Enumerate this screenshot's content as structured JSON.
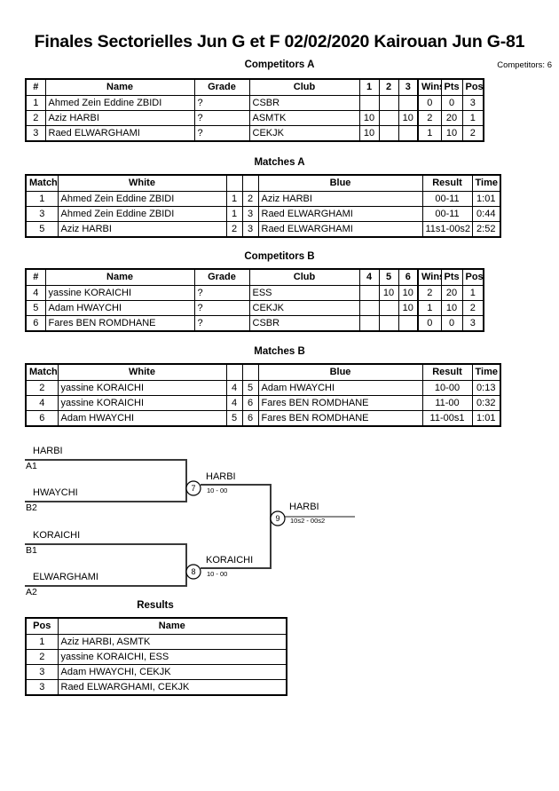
{
  "header": {
    "title": "Finales Sectorielles Jun G et F  02/02/2020  Kairouan   Jun G-81",
    "competitors_count": "Competitors: 6"
  },
  "sections": {
    "competitors_a_title": "Competitors A",
    "matches_a_title": "Matches A",
    "competitors_b_title": "Competitors B",
    "matches_b_title": "Matches B",
    "results_title": "Results"
  },
  "competitors_a": {
    "headers": [
      "#",
      "Name",
      "Grade",
      "Club",
      "1",
      "2",
      "3",
      "Wins",
      "Pts",
      "Pos"
    ],
    "rows": [
      {
        "num": "1",
        "name": "Ahmed Zein Eddine ZBIDI",
        "grade": "?",
        "club": "CSBR",
        "m1": "",
        "m2": "",
        "m3": "",
        "wins": "0",
        "pts": "0",
        "pos": "3"
      },
      {
        "num": "2",
        "name": "Aziz HARBI",
        "grade": "?",
        "club": "ASMTK",
        "m1": "10",
        "m2": "",
        "m3": "10",
        "wins": "2",
        "pts": "20",
        "pos": "1"
      },
      {
        "num": "3",
        "name": "Raed ELWARGHAMI",
        "grade": "?",
        "club": "CEKJK",
        "m1": "10",
        "m2": "",
        "m3": "",
        "wins": "1",
        "pts": "10",
        "pos": "2"
      }
    ]
  },
  "matches_a": {
    "headers": [
      "Match",
      "White",
      "",
      "",
      "Blue",
      "Result",
      "Time"
    ],
    "rows": [
      {
        "match": "1",
        "white": "Ahmed Zein Eddine ZBIDI",
        "wnum": "1",
        "bnum": "2",
        "blue": "Aziz HARBI",
        "result": "00-11",
        "time": "1:01"
      },
      {
        "match": "3",
        "white": "Ahmed Zein Eddine ZBIDI",
        "wnum": "1",
        "bnum": "3",
        "blue": "Raed ELWARGHAMI",
        "result": "00-11",
        "time": "0:44"
      },
      {
        "match": "5",
        "white": "Aziz HARBI",
        "wnum": "2",
        "bnum": "3",
        "blue": "Raed ELWARGHAMI",
        "result": "11s1-00s2",
        "time": "2:52"
      }
    ]
  },
  "competitors_b": {
    "headers": [
      "#",
      "Name",
      "Grade",
      "Club",
      "4",
      "5",
      "6",
      "Wins",
      "Pts",
      "Pos"
    ],
    "rows": [
      {
        "num": "4",
        "name": "yassine KORAICHI",
        "grade": "?",
        "club": "ESS",
        "m1": "",
        "m2": "10",
        "m3": "10",
        "wins": "2",
        "pts": "20",
        "pos": "1"
      },
      {
        "num": "5",
        "name": "Adam HWAYCHI",
        "grade": "?",
        "club": "CEKJK",
        "m1": "",
        "m2": "",
        "m3": "10",
        "wins": "1",
        "pts": "10",
        "pos": "2"
      },
      {
        "num": "6",
        "name": "Fares BEN ROMDHANE",
        "grade": "?",
        "club": "CSBR",
        "m1": "",
        "m2": "",
        "m3": "",
        "wins": "0",
        "pts": "0",
        "pos": "3"
      }
    ]
  },
  "matches_b": {
    "headers": [
      "Match",
      "White",
      "",
      "",
      "Blue",
      "Result",
      "Time"
    ],
    "rows": [
      {
        "match": "2",
        "white": "yassine KORAICHI",
        "wnum": "4",
        "bnum": "5",
        "blue": "Adam HWAYCHI",
        "result": "10-00",
        "time": "0:13"
      },
      {
        "match": "4",
        "white": "yassine KORAICHI",
        "wnum": "4",
        "bnum": "6",
        "blue": "Fares BEN ROMDHANE",
        "result": "11-00",
        "time": "0:32"
      },
      {
        "match": "6",
        "white": "Adam HWAYCHI",
        "wnum": "5",
        "bnum": "6",
        "blue": "Fares BEN ROMDHANE",
        "result": "11-00s1",
        "time": "1:01"
      }
    ]
  },
  "bracket": {
    "entries": [
      {
        "name": "HARBI",
        "seed": "A1"
      },
      {
        "name": "HWAYCHI",
        "seed": "B2"
      },
      {
        "name": "KORAICHI",
        "seed": "B1"
      },
      {
        "name": "ELWARGHAMI",
        "seed": "A2"
      }
    ],
    "nodes": [
      {
        "id": "7",
        "winner": "HARBI",
        "score": "10 - 00"
      },
      {
        "id": "8",
        "winner": "KORAICHI",
        "score": "10 - 00"
      },
      {
        "id": "9",
        "winner": "HARBI",
        "score": "10s2 - 00s2"
      }
    ]
  },
  "results": {
    "headers": [
      "Pos",
      "Name"
    ],
    "rows": [
      {
        "pos": "1",
        "name": "Aziz HARBI, ASMTK"
      },
      {
        "pos": "2",
        "name": "yassine KORAICHI, ESS"
      },
      {
        "pos": "3",
        "name": "Adam HWAYCHI, CEKJK"
      },
      {
        "pos": "3",
        "name": "Raed ELWARGHAMI, CEKJK"
      }
    ]
  }
}
